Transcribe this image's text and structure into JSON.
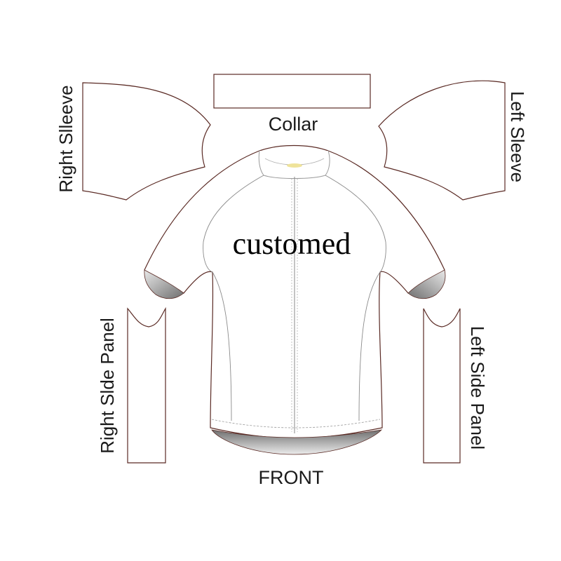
{
  "labels": {
    "right_sleeve": "Right Slleeve",
    "collar": "Collar",
    "left_sleeve": "Left Sleeve",
    "right_side_panel": "Right Slde Panel",
    "left_side_panel": "Left Side Panel",
    "front": "FRONT",
    "custom_text": "customed"
  },
  "colors": {
    "outline": "#5a2a24",
    "stitch": "#8a8a8a",
    "shadow_dark": "#7d7d7d",
    "shadow_light": "#e6e6e6",
    "zip_accent": "#efe39a",
    "text": "#1a1a1a"
  }
}
